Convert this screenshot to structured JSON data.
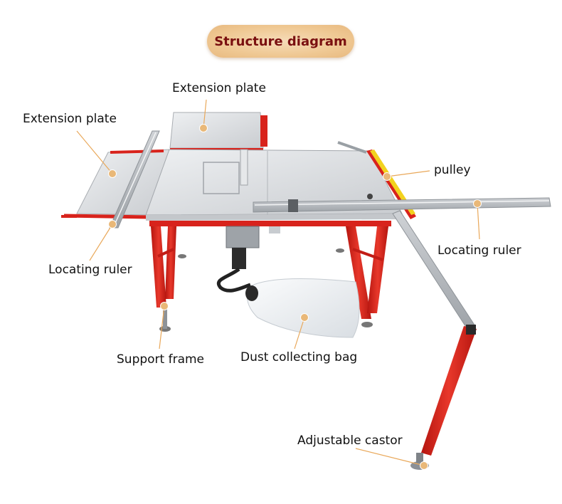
{
  "title": "Structure diagram",
  "labels": {
    "extension_plate_top": "Extension plate",
    "extension_plate_left": "Extension plate",
    "pulley": "pulley",
    "locating_ruler_right": "Locating ruler",
    "locating_ruler_left": "Locating ruler",
    "support_frame": "Support frame",
    "dust_collecting_bag": "Dust collecting bag",
    "adjustable_castor": "Adjustable castor"
  },
  "colors": {
    "title_text": "#7a1010",
    "frame_red": "#d8231c",
    "table_silver": "#d9dcdf",
    "marker": "#e9b878",
    "leader": "#e9a85a",
    "rail_yellow": "#f2d21e"
  }
}
